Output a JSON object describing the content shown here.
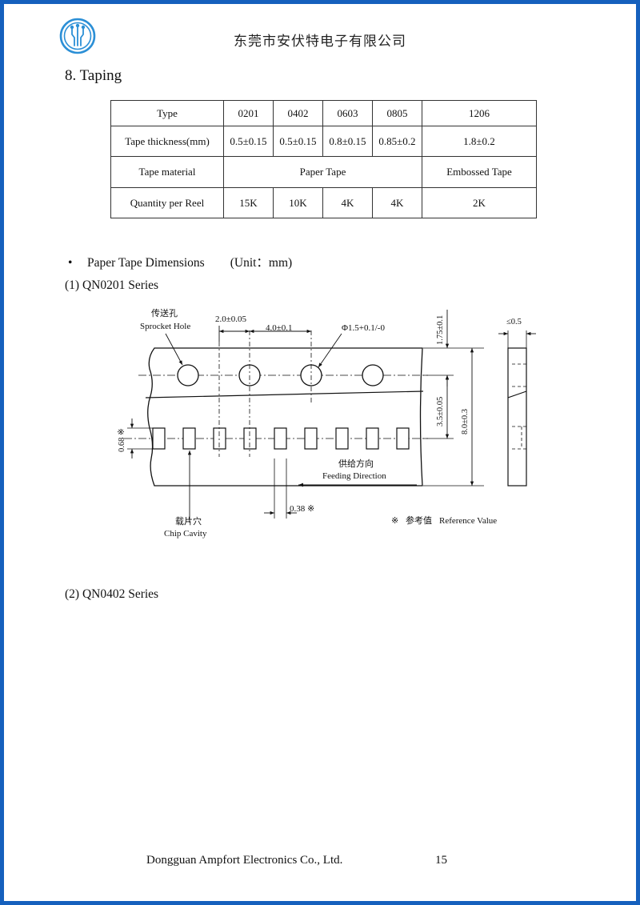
{
  "header": {
    "company_cn": "东莞市安伏特电子有限公司",
    "logo_icon": "circuit-logo-icon",
    "brand_color": "#1560bd"
  },
  "section": {
    "title": "8. Taping"
  },
  "taping_table": {
    "header": {
      "label": "Type",
      "cols": [
        "0201",
        "0402",
        "0603",
        "0805",
        "1206"
      ]
    },
    "thickness": {
      "label": "Tape thickness(mm)",
      "values": [
        "0.5±0.15",
        "0.5±0.15",
        "0.8±0.15",
        "0.85±0.2",
        "1.8±0.2"
      ]
    },
    "material": {
      "label": "Tape material",
      "paper": "Paper Tape",
      "embossed": "Embossed Tape"
    },
    "quantity": {
      "label": "Quantity per Reel",
      "values": [
        "15K",
        "10K",
        "4K",
        "4K",
        "2K"
      ]
    }
  },
  "paper_tape": {
    "bullet": "•",
    "title": "Paper Tape Dimensions",
    "unit": "(Unit：mm)"
  },
  "series": {
    "s1": "(1) QN0201 Series",
    "s2": "(2) QN0402 Series"
  },
  "diagram": {
    "sprocket_cn": "传送孔",
    "sprocket_en": "Sprocket Hole",
    "pitch_small": "2.0±0.05",
    "pitch_large": "4.0±0.1",
    "hole_dia": "Φ1.5+0.1/-0",
    "edge_dist": "1.75±0.1",
    "row_dist": "3.5±0.05",
    "tape_width": "8.0±0.3",
    "thickness": "≤0.5",
    "cavity_height": "0.68 ※",
    "cavity_width": "0.38 ※",
    "feed_cn": "供给方向",
    "feed_en": "Feeding Direction",
    "cavity_cn": "载片穴",
    "cavity_en": "Chip Cavity",
    "ref_mark": "※",
    "ref_cn": "参考值",
    "ref_en": "Reference Value"
  },
  "footer": {
    "company": "Dongguan Ampfort Electronics Co., Ltd.",
    "page_number": "15"
  }
}
